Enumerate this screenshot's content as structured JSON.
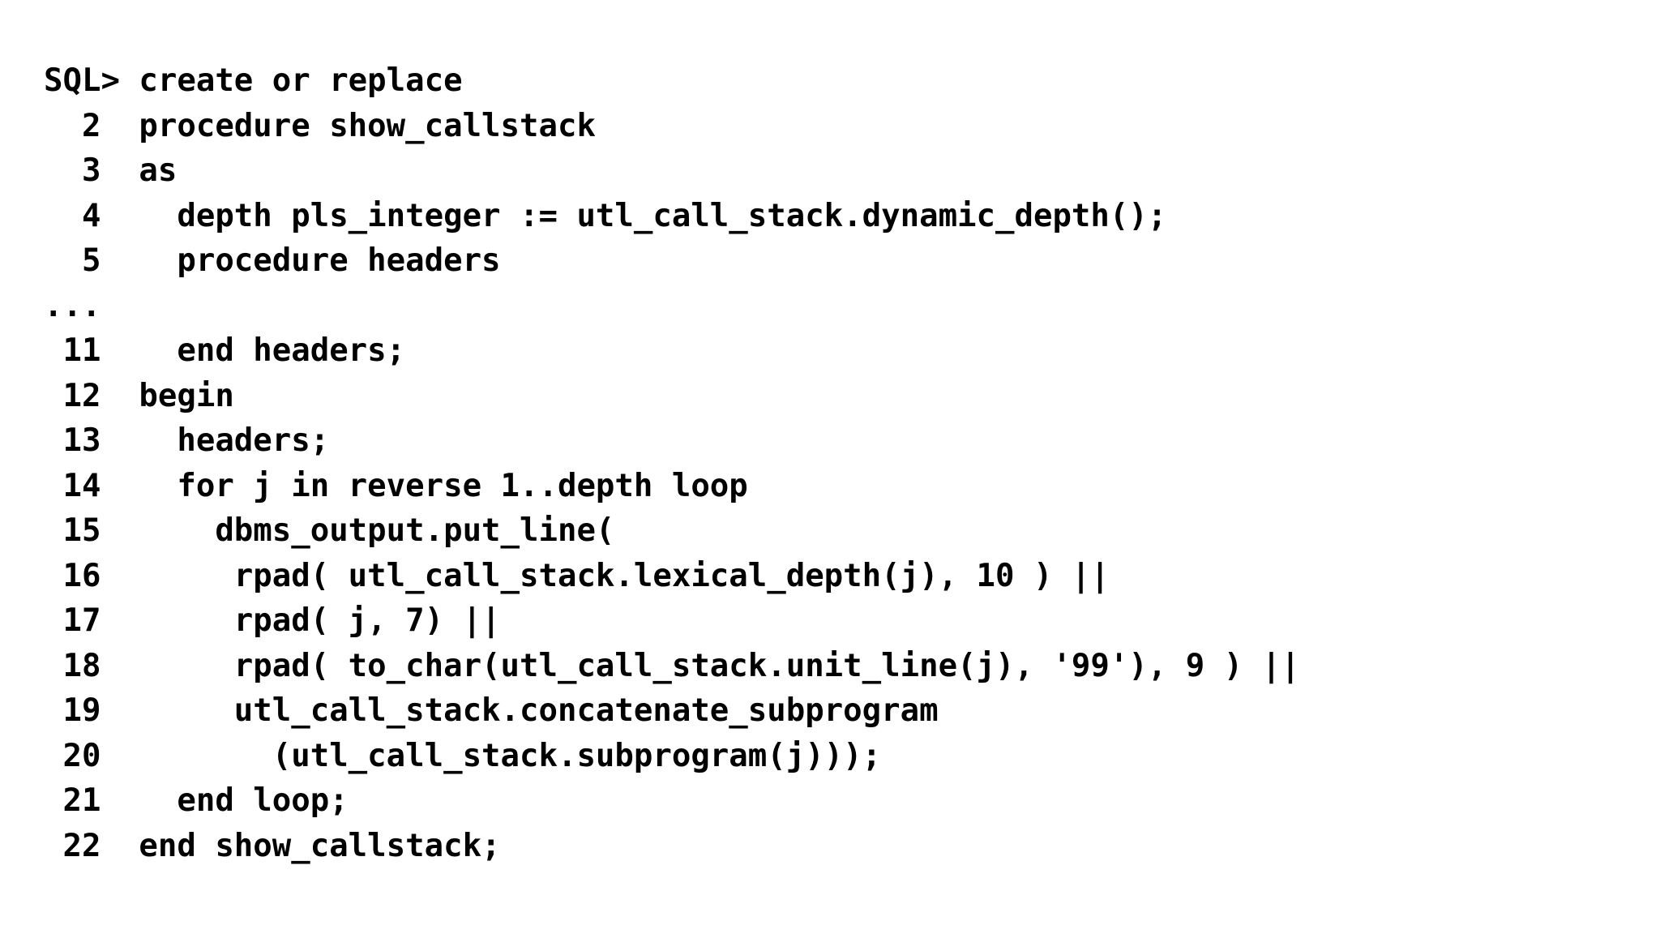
{
  "terminal": {
    "app": "SQL*Plus",
    "background_color": "#ffffff",
    "text_color": "#000000",
    "prompt": "SQL>",
    "ellipsis_marker": "...",
    "lines": [
      {
        "gutter": "SQL> ",
        "code": "create or replace"
      },
      {
        "gutter": "  2  ",
        "code": "procedure show_callstack"
      },
      {
        "gutter": "  3  ",
        "code": "as"
      },
      {
        "gutter": "  4  ",
        "code": "  depth pls_integer := utl_call_stack.dynamic_depth();"
      },
      {
        "gutter": "  5  ",
        "code": "  procedure headers"
      },
      {
        "gutter": "...",
        "code": ""
      },
      {
        "gutter": " 11  ",
        "code": "  end headers;"
      },
      {
        "gutter": " 12  ",
        "code": "begin"
      },
      {
        "gutter": " 13  ",
        "code": "  headers;"
      },
      {
        "gutter": " 14  ",
        "code": "  for j in reverse 1..depth loop"
      },
      {
        "gutter": " 15  ",
        "code": "    dbms_output.put_line("
      },
      {
        "gutter": " 16  ",
        "code": "     rpad( utl_call_stack.lexical_depth(j), 10 ) ||"
      },
      {
        "gutter": " 17  ",
        "code": "     rpad( j, 7) ||"
      },
      {
        "gutter": " 18  ",
        "code": "     rpad( to_char(utl_call_stack.unit_line(j), '99'), 9 ) ||"
      },
      {
        "gutter": " 19  ",
        "code": "     utl_call_stack.concatenate_subprogram"
      },
      {
        "gutter": " 20  ",
        "code": "       (utl_call_stack.subprogram(j)));"
      },
      {
        "gutter": " 21  ",
        "code": "  end loop;"
      },
      {
        "gutter": " 22  ",
        "code": "end show_callstack;"
      }
    ]
  }
}
